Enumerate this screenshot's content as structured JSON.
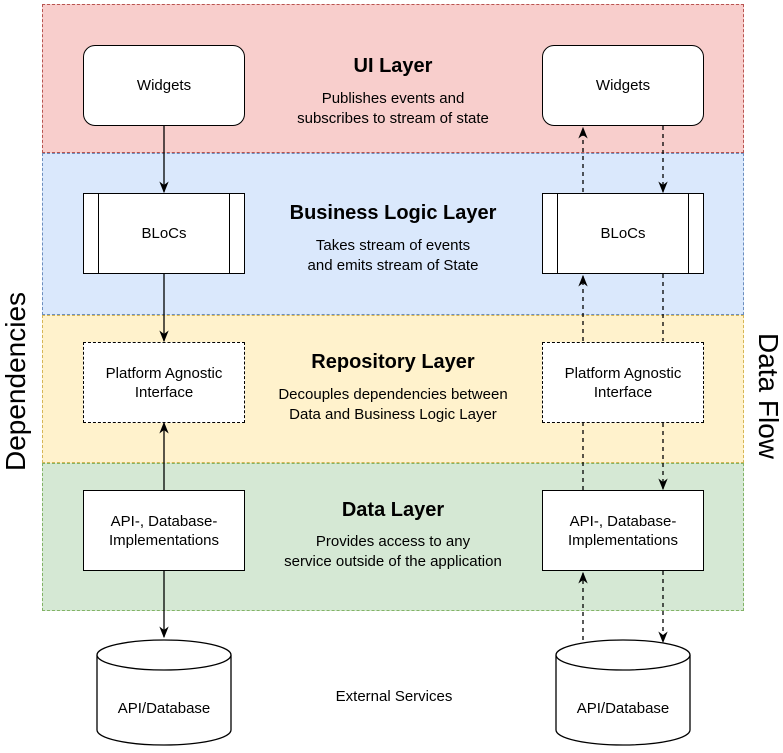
{
  "colors": {
    "ui_fill": "#f8cecc",
    "ui_border": "#b85450",
    "bl_fill": "#dae8fc",
    "bl_border": "#6c8ebf",
    "repo_fill": "#fff2cc",
    "repo_border": "#d6b656",
    "data_fill": "#d5e8d4",
    "data_border": "#82b366"
  },
  "layers": {
    "ui": {
      "title": "UI Layer",
      "description": "Publishes events and\nsubscribes to stream of state"
    },
    "business_logic": {
      "title": "Business Logic Layer",
      "description": "Takes stream of events\nand emits stream of State"
    },
    "repository": {
      "title": "Repository Layer",
      "description": "Decouples dependencies between\nData and Business Logic Layer"
    },
    "data": {
      "title": "Data Layer",
      "description": "Provides access to any\nservice outside of the application"
    }
  },
  "nodes": {
    "widgets": "Widgets",
    "blocs": "BLoCs",
    "interface": "Platform Agnostic\nInterface",
    "implementations": "API-, Database-\nImplementations",
    "database": "API/Database"
  },
  "labels": {
    "dependencies": "Dependencies",
    "data_flow": "Data Flow",
    "external_services": "External Services"
  }
}
